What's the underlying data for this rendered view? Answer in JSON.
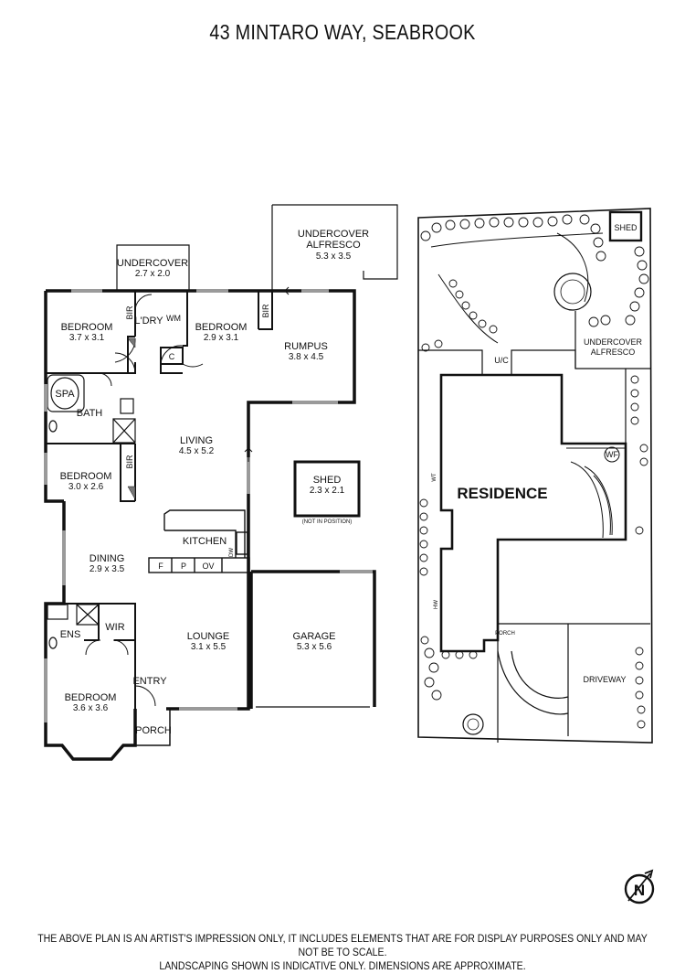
{
  "title": "43 MINTARO WAY, SEABROOK",
  "floor_plan": {
    "rooms": {
      "undercover_top": {
        "name": "UNDERCOVER",
        "dim": "2.7 x 2.0"
      },
      "alfresco": {
        "name_line1": "UNDERCOVER",
        "name_line2": "ALFRESCO",
        "dim": "5.3 x 3.5"
      },
      "bedroom_nw": {
        "name": "BEDROOM",
        "dim": "3.7 x 3.1"
      },
      "bedroom_n": {
        "name": "BEDROOM",
        "dim": "2.9 x 3.1"
      },
      "rumpus": {
        "name": "RUMPUS",
        "dim": "3.8 x 4.5"
      },
      "living": {
        "name": "LIVING",
        "dim": "4.5 x 5.2"
      },
      "bedroom_w": {
        "name": "BEDROOM",
        "dim": "3.0 x 2.6"
      },
      "shed": {
        "name": "SHED",
        "dim": "2.3 x 2.1",
        "note": "(NOT IN POSITION)"
      },
      "kitchen": {
        "name": "KITCHEN"
      },
      "dining": {
        "name": "DINING",
        "dim": "2.9 x 3.5"
      },
      "lounge": {
        "name": "LOUNGE",
        "dim": "3.1 x 5.5"
      },
      "garage": {
        "name": "GARAGE",
        "dim": "5.3 x 5.6"
      },
      "bedroom_sw": {
        "name": "BEDROOM",
        "dim": "3.6 x 3.6"
      }
    },
    "labels": {
      "ldry": "L'DRY",
      "wm": "WM",
      "c": "C",
      "bir": "BIR",
      "spa": "SPA",
      "bath": "BATH",
      "ens": "ENS",
      "wir": "WIR",
      "entry": "ENTRY",
      "porch": "PORCH",
      "f": "F",
      "p": "P",
      "ov": "OV",
      "dw": "DW"
    }
  },
  "site_plan": {
    "residence": "RESIDENCE",
    "shed": "SHED",
    "uc": "U/C",
    "alfresco_line1": "UNDERCOVER",
    "alfresco_line2": "ALFRESCO",
    "wt": "WT",
    "hw": "HW",
    "wf": "WF",
    "porch": "PORCH",
    "driveway": "DRIVEWAY"
  },
  "compass": {
    "letter": "N"
  },
  "disclaimer": {
    "line1": "THE ABOVE PLAN IS AN ARTIST'S IMPRESSION ONLY, IT INCLUDES ELEMENTS THAT ARE FOR DISPLAY PURPOSES ONLY AND MAY NOT BE TO SCALE.",
    "line2": "LANDSCAPING SHOWN IS INDICATIVE ONLY. DIMENSIONS ARE APPROXIMATE."
  },
  "colors": {
    "wall": "#111111",
    "light_line": "#555555",
    "window": "#9a9a9a"
  }
}
